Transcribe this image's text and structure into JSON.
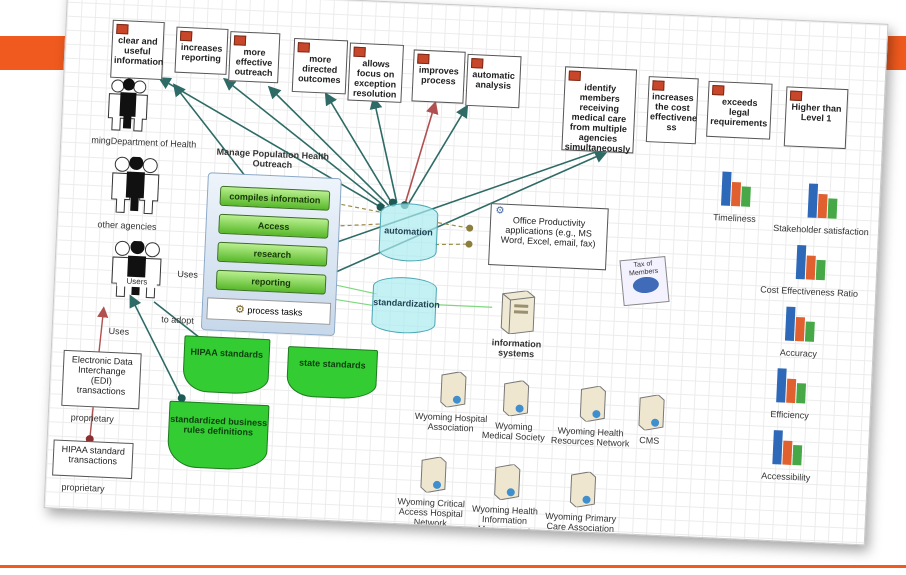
{
  "goal_boxes": [
    "clear and useful information",
    "increases reporting",
    "more effective outreach",
    "more directed outcomes",
    "allows focus on exception resolution",
    "improves process",
    "automatic analysis",
    "identify members receiving medical care from multiple agencies simultaneously",
    "increases the cost effectivene ss",
    "exceeds legal requirements",
    "Higher than Level 1"
  ],
  "actors": [
    "mingDepartment of Health",
    "other agencies",
    "Users"
  ],
  "process": {
    "title": "Manage Population Health Outreach",
    "steps": [
      "compiles information",
      "Access",
      "research",
      "reporting"
    ],
    "footer": "process tasks"
  },
  "cylinders": [
    "automation",
    "standardization"
  ],
  "office_box": "Office Productivity applications (e.g., MS Word, Excel, email, fax)",
  "doc_icon": "Tax of Members",
  "info_systems": "information systems",
  "standards": [
    "HIPAA standards",
    "state standards",
    "standardized business rules definitions"
  ],
  "left_docs": {
    "edi": "Electronic Data Interchange (EDI) transactions",
    "proprietary1": "proprietary",
    "hipaa": "HIPAA standard transactions",
    "proprietary2": "proprietary"
  },
  "edge_labels": {
    "uses1": "Uses",
    "uses2": "Uses",
    "to_adopt": "to adopt"
  },
  "organizations": [
    "Wyoming Hospital Association",
    "Wyoming Medical Society",
    "Wyoming Health Resources Network",
    "CMS",
    "Wyoming Critical Access Hospital Network",
    "Wyoming Health Information Management",
    "Wyoming Primary Care Association"
  ],
  "metrics": [
    "Timeliness",
    "Stakeholder satisfaction",
    "Cost Effectiveness Ratio",
    "Accuracy",
    "Efficiency",
    "Accessibility"
  ],
  "colors": {
    "accent": "#f05a1e",
    "flag": "#c8472a",
    "green": "#33cc33",
    "edge_teal": "#2e6b66",
    "edge_red": "#b05050"
  }
}
